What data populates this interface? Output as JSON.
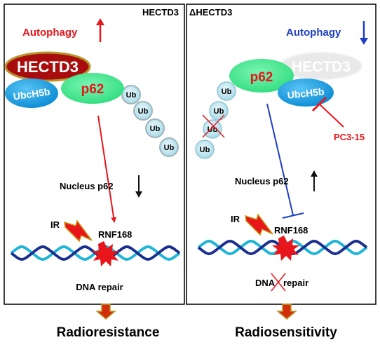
{
  "left_panel": {
    "title": "HECTD3",
    "autophagy_label": "Autophagy",
    "hectd3_label": "HECTD3",
    "ubch5b_label": "UbcH5b",
    "p62_label": "p62",
    "ub_labels": [
      "Ub",
      "Ub",
      "Ub",
      "Ub"
    ],
    "nucleus_label": "Nucleus p62",
    "ir_label": "IR",
    "rnf168_label": "RNF168",
    "repair_label": "DNA repair",
    "outcome_label": "Radioresistance"
  },
  "right_panel": {
    "title": "ΔHECTD3",
    "autophagy_label": "Autophagy",
    "hectd3_label": "HECTD3",
    "ubch5b_label": "UbcH5b",
    "p62_label": "p62",
    "ub_labels": [
      "Ub",
      "Ub",
      "Ub",
      "Ub"
    ],
    "inhibitor_label": "PC3-15",
    "nucleus_label": "Nucleus p62",
    "ir_label": "IR",
    "rnf168_label": "RNF168",
    "repair_label_1": "DNA",
    "repair_label_2": "repair",
    "outcome_label": "Radiosensitivity"
  },
  "colors": {
    "red": "#e8151b",
    "blue": "#1e3fc4",
    "hectd3_fill": "#a80c0c",
    "hectd3_border": "#b8962e",
    "ubch5b_fill": "#1aa3e8",
    "p62_fill": "#3fe88f",
    "ub_fill": "#c9ecf4",
    "dna_dark": "#1a2f8f",
    "dna_light": "#1fb5d6",
    "outcome_arrow": "#d32f0c",
    "outcome_arrow_border": "#b99a2a"
  },
  "icons": {
    "up_arrow": "arrow-up-icon",
    "down_arrow": "arrow-down-icon",
    "lightning": "lightning-bolt-icon",
    "starburst": "starburst-icon",
    "cross": "cross-mark-icon"
  }
}
